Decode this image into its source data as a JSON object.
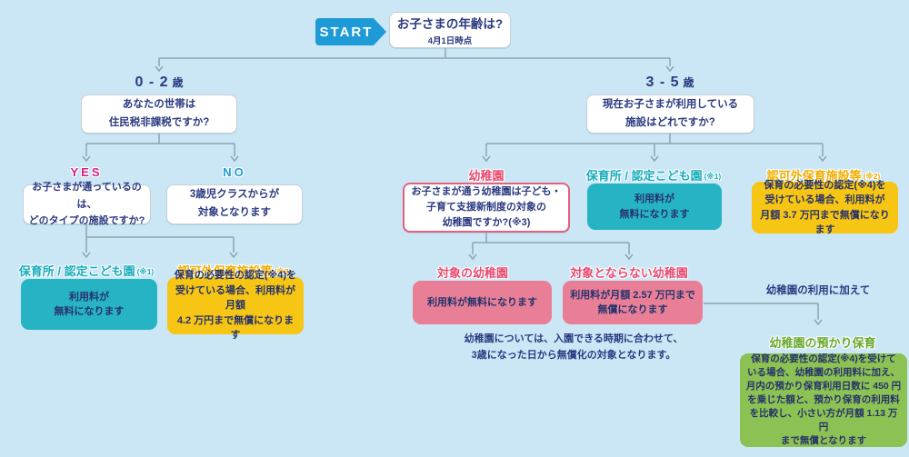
{
  "colors": {
    "background": "#cbe7f6",
    "navy_text": "#2b3a80",
    "start_blue": "#1e9bd7",
    "yes_magenta": "#d61f7d",
    "no_blue": "#1e9bd7",
    "teal": "#26b3c4",
    "yellow": "#f7c513",
    "pink": "#e87f97",
    "green": "#8cc153",
    "line_gray": "#8fa3b0"
  },
  "start": {
    "label": "START"
  },
  "root": {
    "question": "お子さまの年齢は?",
    "note": "4月1日時点"
  },
  "age02": {
    "label_num": "0 - 2",
    "label_unit": "歳",
    "question": "あなたの世帯は\n住民税非課税ですか?",
    "yes_label": "YES",
    "no_label": "NO",
    "yes_question": "お子さまが通っているのは、\nどのタイプの施設ですか?",
    "no_result": "3歳児クラスからが\n対象となります",
    "hoikusho_heading": "保育所 / 認定こども園",
    "hoikusho_note": "(※1)",
    "hoikusho_result": "利用料が\n無料になります",
    "ninkagai_heading": "認可外保育施設等",
    "ninkagai_note": "(※2)",
    "ninkagai_result": "保育の必要性の認定(※4)を\n受けている場合、利用料が月額\n4.2 万円まで無償になります"
  },
  "age35": {
    "label_num": "3 - 5",
    "label_unit": "歳",
    "question": "現在お子さまが利用している\n施設はどれですか?",
    "youchien_heading": "幼稚園",
    "youchien_question": "お子さまが通う幼稚園は子ども・\n子育て支援新制度の対象の\n幼稚園ですか?(※3)",
    "hoikusho_heading": "保育所 / 認定こども園",
    "hoikusho_note": "(※1)",
    "hoikusho_result": "利用料が\n無料になります",
    "ninkagai_heading": "認可外保育施設等",
    "ninkagai_note": "(※2)",
    "ninkagai_result": "保育の必要性の認定(※4)を\n受けている場合、利用料が\n月額 3.7 万円まで無償になります",
    "taishou_heading": "対象の幼稚園",
    "taishou_result": "利用料が無料になります",
    "hitaishou_heading": "対象とならない幼稚園",
    "hitaishou_result": "利用料が月額 2.57 万円まで\n無償になります",
    "youchien_note": "幼稚園については、入園できる時期に合わせて、\n3歳になった日から無償化の対象となります。",
    "azukari_connector": "幼稚園の利用に加えて",
    "azukari_heading": "幼稚園の預かり保育",
    "azukari_result": "保育の必要性の認定(※4)を受けて\nいる場合、幼稚園の利用料に加え、\n月内の預かり保育利用日数に 450 円\nを乗じた額と、預かり保育の利用料\nを比較し、小さい方が月額 1.13 万円\nまで無償となります"
  }
}
